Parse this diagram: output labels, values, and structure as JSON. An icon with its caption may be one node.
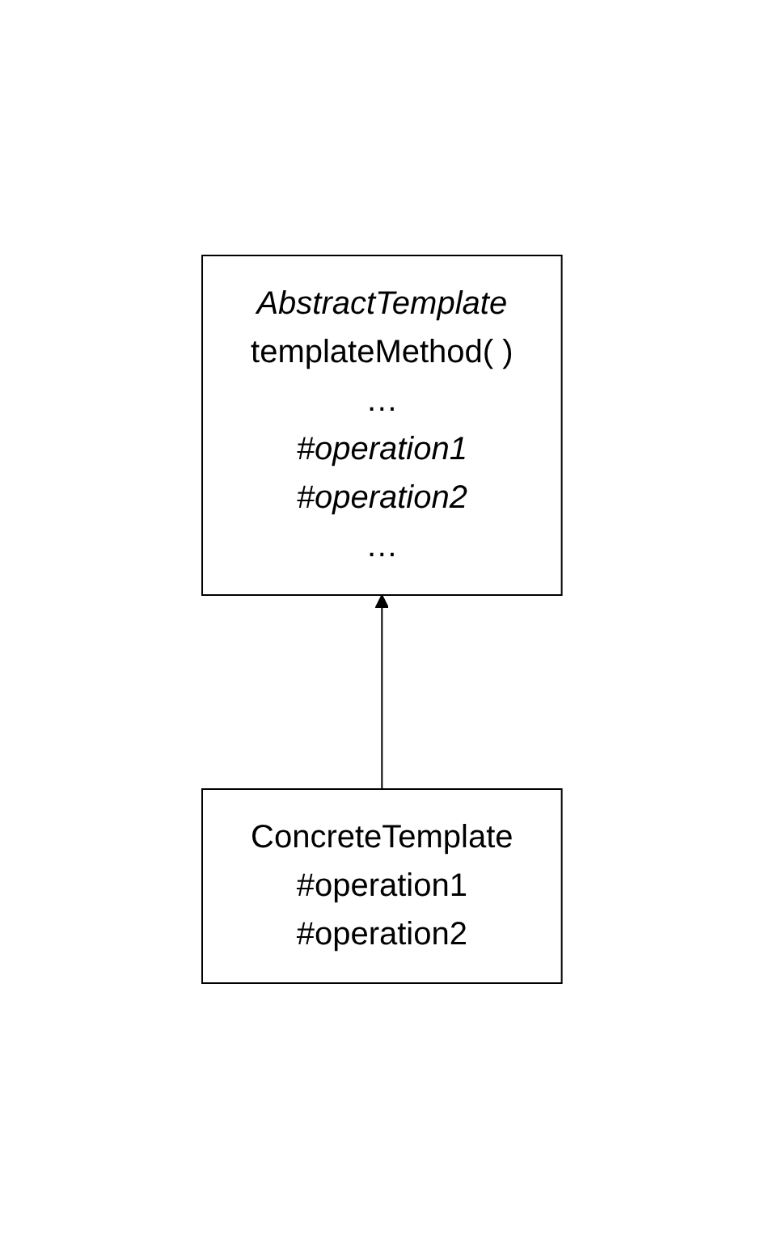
{
  "diagram": {
    "nodes": [
      {
        "text": [
          "AbstractTemplate",
          "templateMethod( )",
          "…",
          "#operation1",
          "#operation2",
          "…"
        ]
      },
      {
        "text": [
          "ConcreteTemplate",
          "#operation1",
          "#operation2"
        ]
      }
    ],
    "edges": [
      {
        "from": 1,
        "to": 0,
        "arrow": "to"
      }
    ]
  }
}
